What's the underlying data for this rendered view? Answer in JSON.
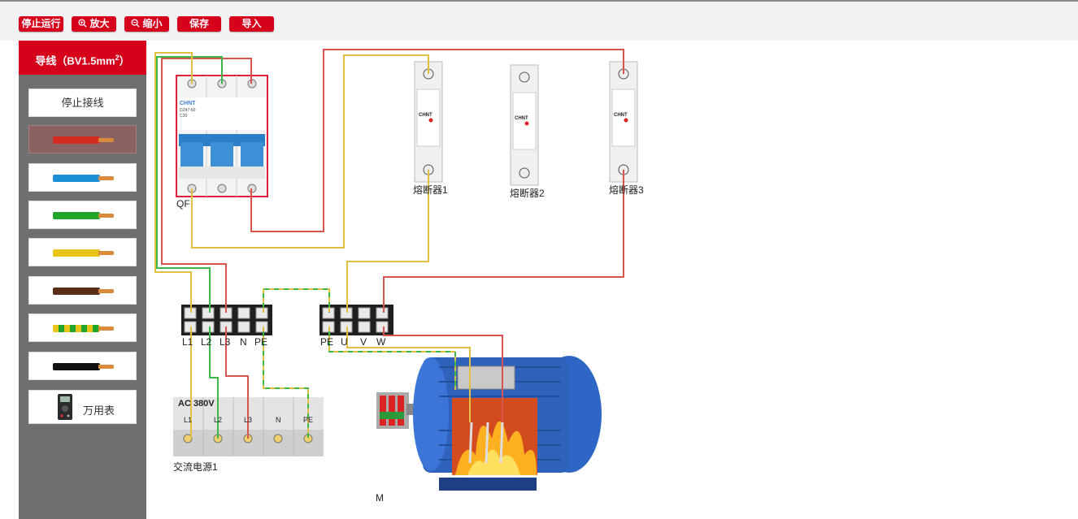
{
  "toolbar": {
    "stop_run": "停止运行",
    "zoom_in": "放大",
    "zoom_out": "缩小",
    "save": "保存",
    "import": "导入"
  },
  "panel": {
    "title_prefix": "导线（BV1.5mm",
    "title_sup": "2",
    "title_suffix": "）",
    "stop_wiring": "停止接线",
    "wires": [
      {
        "color": "#d42a20",
        "name": "red-wire"
      },
      {
        "color": "#1b8fd8",
        "name": "blue-wire"
      },
      {
        "color": "#22a52a",
        "name": "green-wire"
      },
      {
        "color": "#e8c318",
        "name": "yellow-wire"
      },
      {
        "color": "#5a2d16",
        "name": "brown-wire"
      },
      {
        "color": "#9ec41c",
        "name": "yellow-green-wire"
      },
      {
        "color": "#111111",
        "name": "black-wire"
      }
    ],
    "multimeter": "万用表"
  },
  "breaker": {
    "label": "QF",
    "brand": "CHNT",
    "model": "DZ47-60",
    "rating": "C20"
  },
  "fuses": [
    {
      "label": "熔断器1",
      "brand": "CHNT"
    },
    {
      "label": "熔断器2",
      "brand": "CHNT"
    },
    {
      "label": "熔断器3",
      "brand": "CHNT"
    }
  ],
  "terminal_block_left": {
    "labels": [
      "L1",
      "L2",
      "L3",
      "N",
      "PE"
    ]
  },
  "terminal_block_right": {
    "labels": [
      "PE",
      "U",
      "V",
      "W"
    ]
  },
  "power_source": {
    "voltage": "AC 380V",
    "labels": [
      "L1",
      "L2",
      "L3",
      "N",
      "PE"
    ],
    "name": "交流电源1"
  },
  "motor": {
    "label": "M"
  },
  "colors": {
    "accent": "#d6001c",
    "panel_bg": "#6f6f6f",
    "wire_red": "#d9534f",
    "wire_yellow": "#e0c040",
    "wire_green": "#3cb84a"
  }
}
